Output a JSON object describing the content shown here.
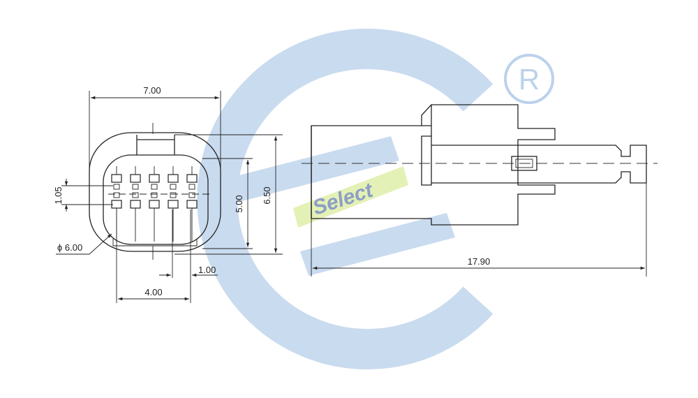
{
  "watermark": {
    "brand_text": "Select",
    "registered_mark": "R",
    "colors": {
      "ring": "#c9dbef",
      "brand_band": "#e4f1b6",
      "brand_text": "#8e9fc4",
      "registered": "#bcd1ec"
    }
  },
  "front_view": {
    "dim_width": "7.00",
    "dim_height_outer": "6.50",
    "dim_height_inner": "5.00",
    "dim_row_pitch": "1.05",
    "dim_diameter": "ϕ 6.00",
    "dim_pin_span": "4.00",
    "dim_pin_pitch": "1.00",
    "pin_rows": 2,
    "pins_per_row": 5
  },
  "side_view": {
    "dim_length": "17.90"
  }
}
